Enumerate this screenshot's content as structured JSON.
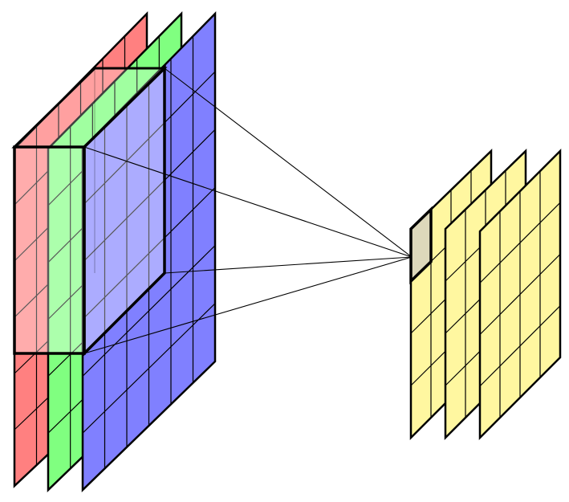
{
  "diagram": {
    "kind": "convolution-illustration",
    "input_channels": [
      {
        "name": "red-channel",
        "fill": "#ff8080",
        "grid": [
          6,
          6
        ]
      },
      {
        "name": "green-channel",
        "fill": "#80ff80",
        "grid": [
          6,
          6
        ]
      },
      {
        "name": "blue-channel",
        "fill": "#8080ff",
        "grid": [
          6,
          6
        ]
      }
    ],
    "kernel": {
      "size": [
        4,
        4
      ],
      "channels": 3
    },
    "output_maps": {
      "count": 3,
      "fill": "#fff7a0",
      "grid": [
        4,
        4
      ],
      "highlight_fill": "#ddd8bb"
    },
    "colors": {
      "stroke": "#000000",
      "background": "#ffffff"
    }
  }
}
